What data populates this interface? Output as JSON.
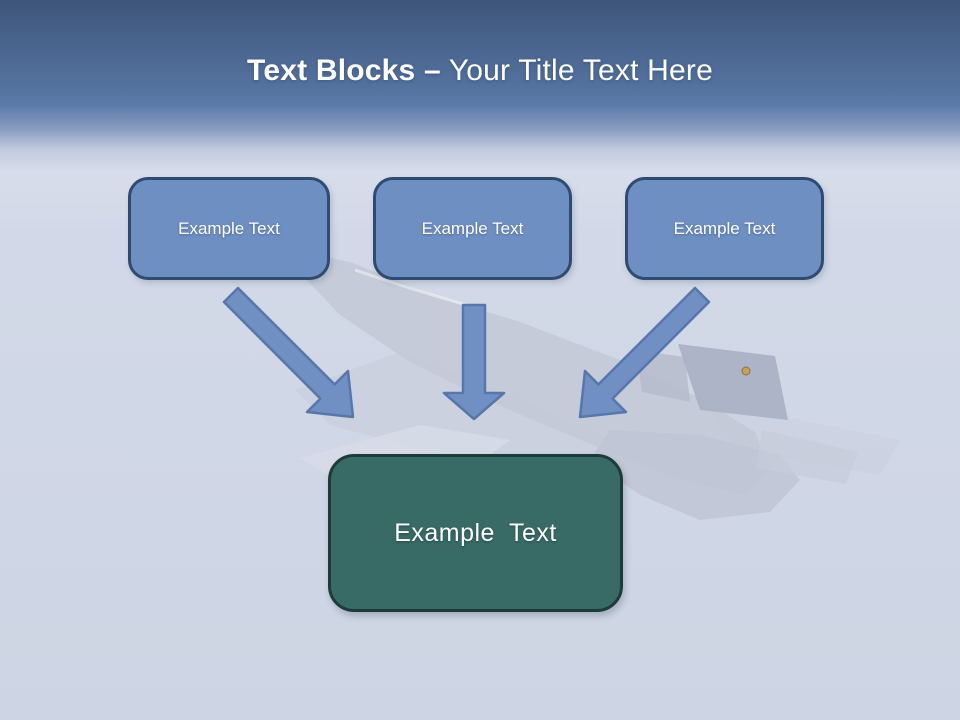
{
  "slide": {
    "title": {
      "bold": "Text Blocks –",
      "rest": " Your Title Text Here"
    },
    "boxes": [
      {
        "label": "Example Text"
      },
      {
        "label": "Example Text"
      },
      {
        "label": "Example Text"
      }
    ],
    "result_box": {
      "label": "Example Text"
    },
    "decor": {
      "watermark": "fighter-jet-silhouette"
    }
  },
  "colors": {
    "bg_top": "#3E5478",
    "bg_mid": "#5C7AA9",
    "bg_bottom": "#CDD5E4",
    "title_text": "#FFFFFF",
    "box_fill": "#6E8FC2",
    "box_border": "#2F4B70",
    "box_text": "#FFFFFF",
    "arrow_fill": "#7090C3",
    "arrow_stroke": "#5777AB",
    "result_fill": "#386A66",
    "result_border": "#1D3B38"
  }
}
